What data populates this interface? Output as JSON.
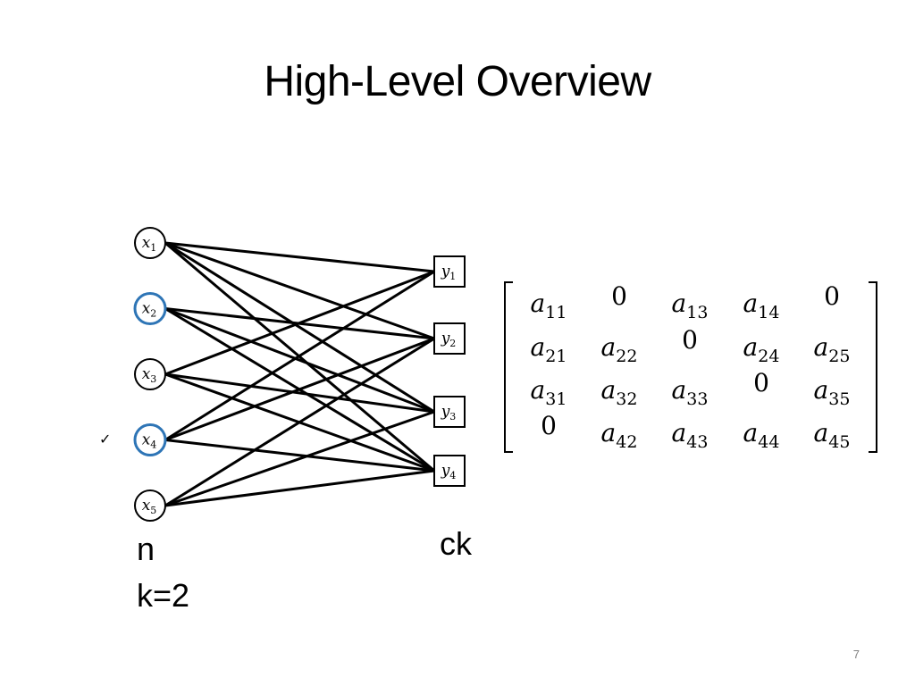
{
  "slide": {
    "title": "High-Level Overview",
    "page_number": "7",
    "check_mark": "✓",
    "label_left_n": "n",
    "label_left_k": "k=2",
    "label_right": "ck"
  },
  "graph": {
    "left_nodes": [
      {
        "id": "x1",
        "base": "x",
        "sub": "1",
        "highlighted": false
      },
      {
        "id": "x2",
        "base": "x",
        "sub": "2",
        "highlighted": true
      },
      {
        "id": "x3",
        "base": "x",
        "sub": "3",
        "highlighted": false
      },
      {
        "id": "x4",
        "base": "x",
        "sub": "4",
        "highlighted": true
      },
      {
        "id": "x5",
        "base": "x",
        "sub": "5",
        "highlighted": false
      }
    ],
    "right_nodes": [
      {
        "id": "y1",
        "base": "y",
        "sub": "1"
      },
      {
        "id": "y2",
        "base": "y",
        "sub": "2"
      },
      {
        "id": "y3",
        "base": "y",
        "sub": "3"
      },
      {
        "id": "y4",
        "base": "y",
        "sub": "4"
      }
    ],
    "edges": [
      [
        "x1",
        "y1"
      ],
      [
        "x1",
        "y2"
      ],
      [
        "x1",
        "y3"
      ],
      [
        "x1",
        "y4"
      ],
      [
        "x2",
        "y2"
      ],
      [
        "x2",
        "y3"
      ],
      [
        "x2",
        "y4"
      ],
      [
        "x3",
        "y1"
      ],
      [
        "x3",
        "y3"
      ],
      [
        "x3",
        "y4"
      ],
      [
        "x4",
        "y1"
      ],
      [
        "x4",
        "y2"
      ],
      [
        "x4",
        "y4"
      ],
      [
        "x5",
        "y2"
      ],
      [
        "x5",
        "y3"
      ],
      [
        "x5",
        "y4"
      ]
    ],
    "highlight_color": "#2e75b6"
  },
  "matrix": {
    "rows": [
      [
        "a11",
        "0",
        "a13",
        "a14",
        "0"
      ],
      [
        "a21",
        "a22",
        "0",
        "a24",
        "a25"
      ],
      [
        "a31",
        "a32",
        "a33",
        "0",
        "a35"
      ],
      [
        "0",
        "a42",
        "a43",
        "a44",
        "a45"
      ]
    ]
  }
}
